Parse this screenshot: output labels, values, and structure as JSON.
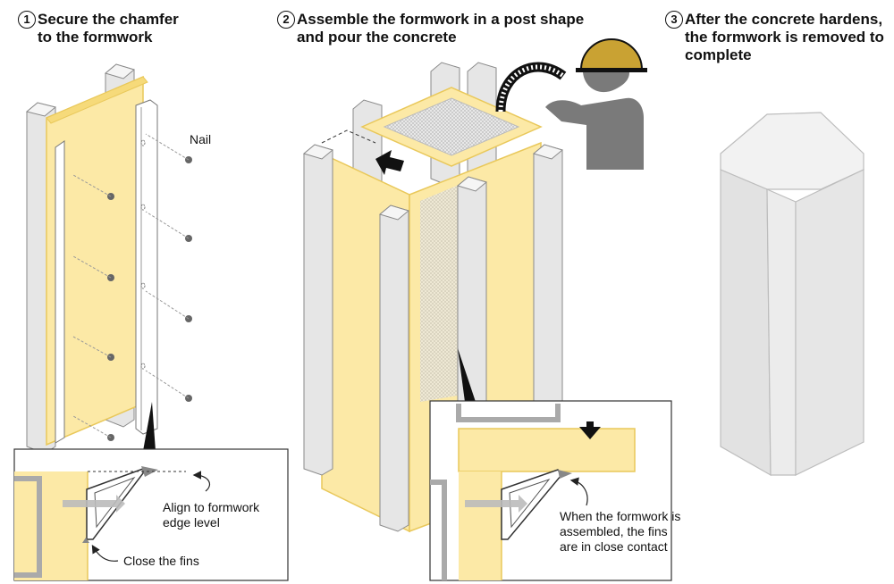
{
  "steps": [
    {
      "number": "1",
      "title_line1": "Secure the chamfer",
      "title_line2": "to the formwork"
    },
    {
      "number": "2",
      "title_line1": "Assemble the formwork in a post shape",
      "title_line2": "and pour the concrete"
    },
    {
      "number": "3",
      "title_line1": "After the concrete hardens,",
      "title_line2": "the formwork is removed to",
      "title_line3": "complete"
    }
  ],
  "labels": {
    "nail": "Nail",
    "align_line1": "Align to formwork",
    "align_line2": "edge level",
    "close_fins": "Close the fins",
    "contact_line1": "When the formwork is",
    "contact_line2": "assembled, the fins",
    "contact_line3": "are in close contact"
  },
  "colors": {
    "formwork": "#FCE9A6",
    "formwork_edge": "#E9C85A",
    "steel": "#E4E4E4",
    "steel_edge": "#8A8A8A",
    "concrete": "#EDEDED",
    "worker": "#7A7A7A",
    "helmet": "#C9A233"
  }
}
